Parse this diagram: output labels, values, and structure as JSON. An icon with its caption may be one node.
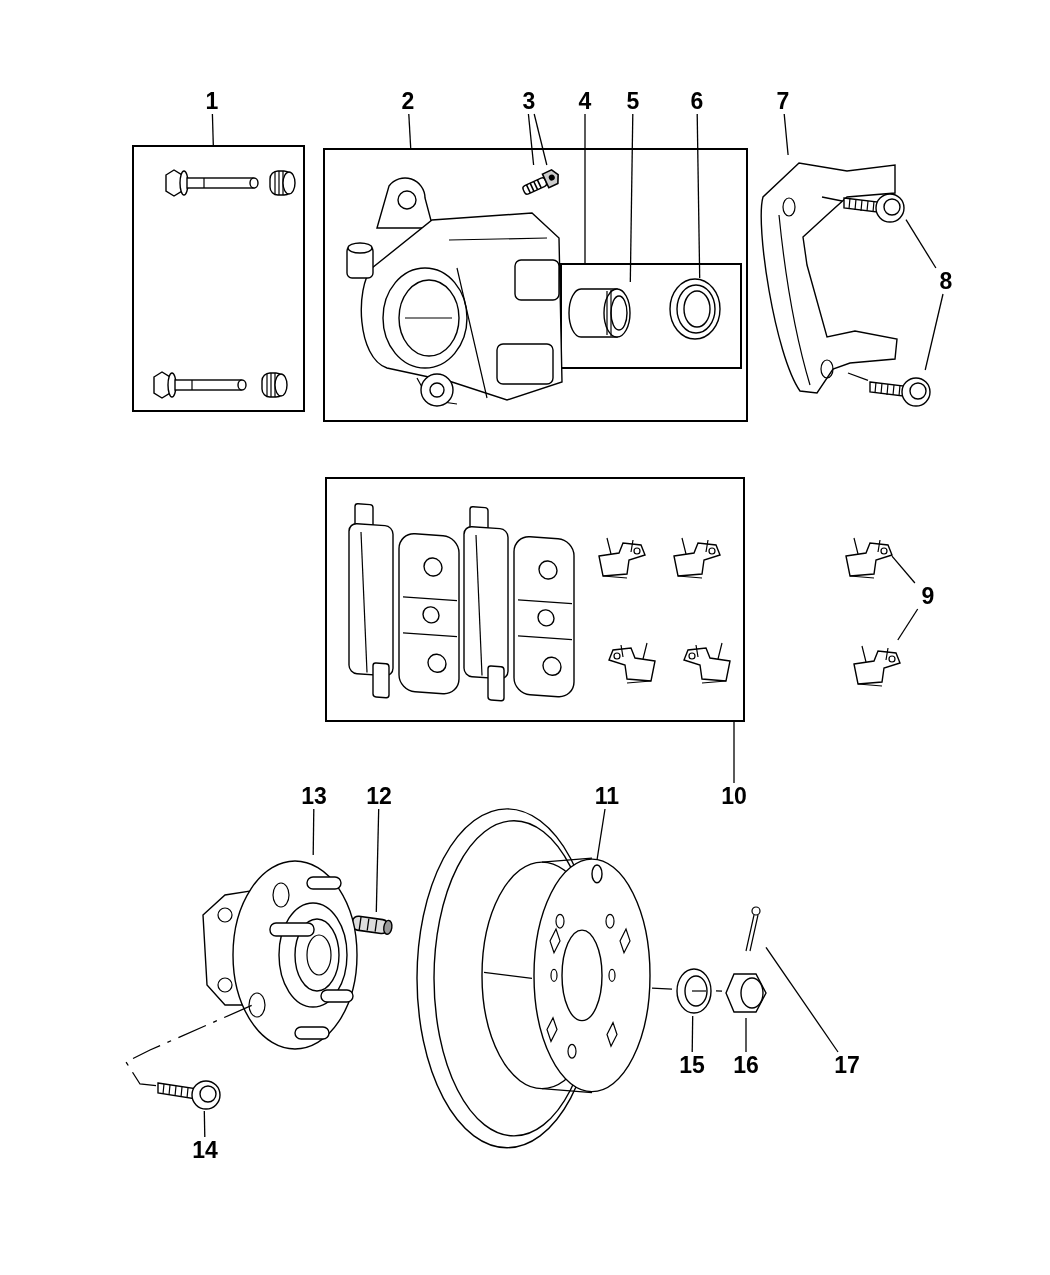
{
  "diagram": {
    "nodes": [
      {
        "text": [
          "1"
        ]
      },
      {
        "text": [],
        "shape": "box"
      },
      {
        "text": [
          "2"
        ]
      },
      {
        "text": [],
        "shape": "box"
      },
      {
        "text": [
          "3"
        ]
      },
      {
        "text": [],
        "shape": "picture",
        "in": 3
      },
      {
        "text": [
          "4"
        ]
      },
      {
        "text": [],
        "shape": "box",
        "in": 3
      },
      {
        "text": [
          "5"
        ]
      },
      {
        "text": [],
        "shape": "picture",
        "in": 7
      },
      {
        "text": [
          "6"
        ]
      },
      {
        "text": [],
        "shape": "picture",
        "in": 7
      },
      {
        "text": [
          "7"
        ]
      },
      {
        "text": [],
        "shape": "picture"
      },
      {
        "text": [
          "8"
        ]
      },
      {
        "text": [],
        "shape": "picture"
      },
      {
        "text": [],
        "shape": "picture"
      },
      {
        "text": [
          "9"
        ]
      },
      {
        "text": [],
        "shape": "picture"
      },
      {
        "text": [],
        "shape": "picture"
      },
      {
        "text": [
          "10"
        ]
      },
      {
        "text": [],
        "shape": "box"
      },
      {
        "text": [
          "11"
        ]
      },
      {
        "text": [],
        "shape": "picture"
      },
      {
        "text": [
          "12"
        ]
      },
      {
        "text": [],
        "shape": "picture"
      },
      {
        "text": [
          "13"
        ]
      },
      {
        "text": [],
        "shape": "picture"
      },
      {
        "text": [
          "14"
        ]
      },
      {
        "text": [],
        "shape": "picture"
      },
      {
        "text": [
          "15"
        ]
      },
      {
        "text": [],
        "shape": "picture"
      },
      {
        "text": [
          "16"
        ]
      },
      {
        "text": [],
        "shape": "picture"
      },
      {
        "text": [
          "17"
        ]
      },
      {
        "text": [],
        "shape": "picture"
      }
    ],
    "edges": [
      {
        "from": 0,
        "to": 1,
        "arrow": "none"
      },
      {
        "from": 2,
        "to": 3,
        "arrow": "none"
      },
      {
        "from": 4,
        "to": 5,
        "arrow": "none"
      },
      {
        "from": 4,
        "to": 5,
        "arrow": "none"
      },
      {
        "from": 6,
        "to": 7,
        "arrow": "none"
      },
      {
        "from": 8,
        "to": 9,
        "arrow": "none"
      },
      {
        "from": 10,
        "to": 11,
        "arrow": "none"
      },
      {
        "from": 12,
        "to": 13,
        "arrow": "none"
      },
      {
        "from": 14,
        "to": 15,
        "arrow": "none"
      },
      {
        "from": 14,
        "to": 16,
        "arrow": "none"
      },
      {
        "from": 17,
        "to": 18,
        "arrow": "none"
      },
      {
        "from": 17,
        "to": 19,
        "arrow": "none"
      },
      {
        "from": 20,
        "to": 21,
        "arrow": "none"
      },
      {
        "from": 22,
        "to": 23,
        "arrow": "none"
      },
      {
        "from": 24,
        "to": 25,
        "arrow": "none"
      },
      {
        "from": 26,
        "to": 27,
        "arrow": "none"
      },
      {
        "from": 28,
        "to": 29,
        "arrow": "none"
      },
      {
        "from": 30,
        "to": 31,
        "arrow": "none"
      },
      {
        "from": 32,
        "to": 33,
        "arrow": "none"
      },
      {
        "from": 34,
        "to": 35,
        "arrow": "none"
      },
      {
        "from": 29,
        "to": 27,
        "arrow": "none",
        "style": "dashed"
      },
      {
        "from": 13,
        "to": 15,
        "arrow": "none"
      },
      {
        "from": 13,
        "to": 16,
        "arrow": "none"
      },
      {
        "from": 23,
        "to": 31,
        "arrow": "none"
      },
      {
        "from": 31,
        "to": 33,
        "arrow": "none"
      }
    ]
  }
}
